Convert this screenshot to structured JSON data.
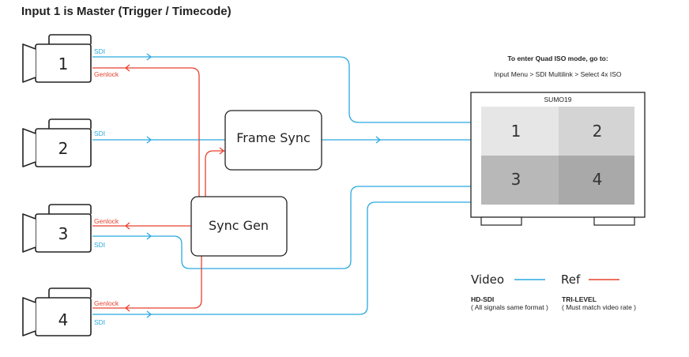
{
  "title": "Input 1 is Master (Trigger / Timecode)",
  "cameras": [
    {
      "number": "1"
    },
    {
      "number": "2"
    },
    {
      "number": "3"
    },
    {
      "number": "4"
    }
  ],
  "signal_labels": {
    "sdi": "SDI",
    "genlock": "Genlock"
  },
  "boxes": {
    "frame_sync": "Frame Sync",
    "sync_gen": "Sync Gen"
  },
  "monitor": {
    "name": "SUMO19",
    "instruction_title": "To enter Quad ISO mode, go to:",
    "instruction_path": "Input Menu > SDI Multilink > Select 4x ISO",
    "quadrants": [
      "1",
      "2",
      "3",
      "4"
    ]
  },
  "legend": {
    "video_label": "Video",
    "ref_label": "Ref",
    "video_type": "HD-SDI",
    "video_note": "( All signals same format )",
    "ref_type": "TRI-LEVEL",
    "ref_note": "( Must match video rate )"
  },
  "colors": {
    "video": "#29a9e0",
    "ref": "#e8412c",
    "outline": "#222222",
    "quad_light": "#e6e6e6",
    "quad_mid": "#d4d4d4",
    "quad_dark": "#b8b8b8",
    "quad_darker": "#a9a9a9"
  }
}
